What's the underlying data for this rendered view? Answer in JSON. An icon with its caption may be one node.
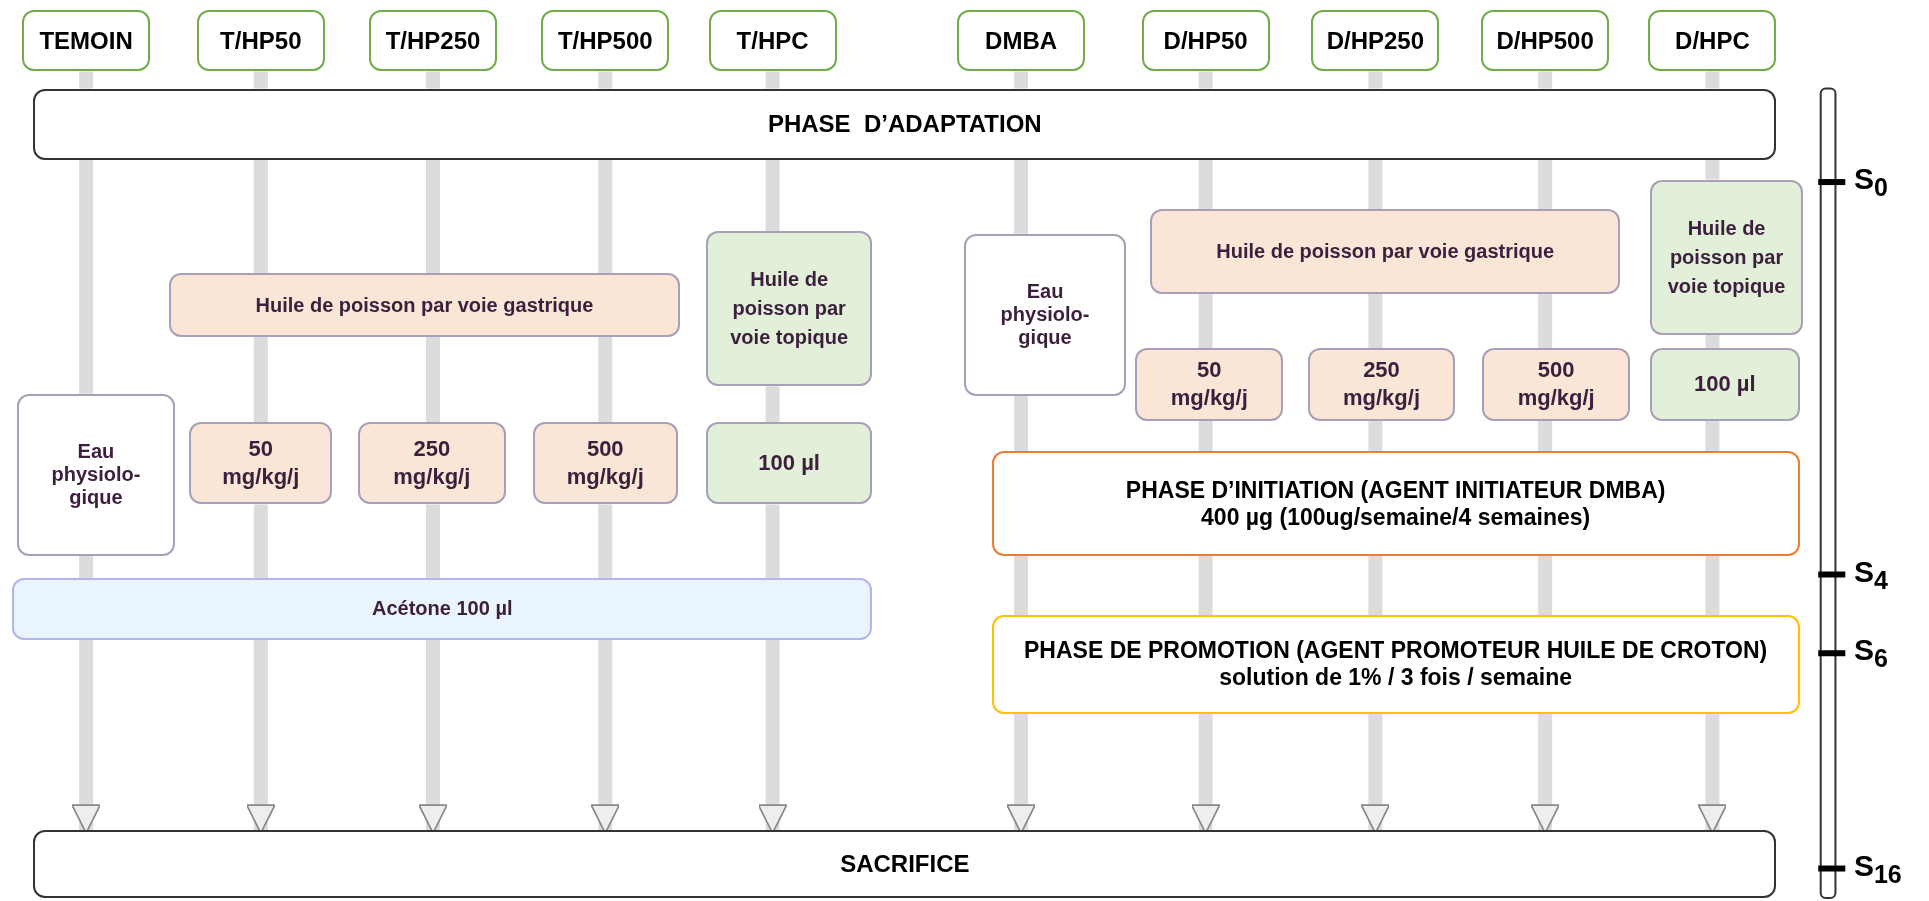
{
  "diagram": {
    "nodes": [
      {
        "text": [
          "TEMOIN"
        ]
      },
      {
        "text": [
          "T/HP50"
        ]
      },
      {
        "text": [
          "T/HP250"
        ]
      },
      {
        "text": [
          "T/HP500"
        ]
      },
      {
        "text": [
          "T/HPC"
        ]
      },
      {
        "text": [
          "DMBA"
        ]
      },
      {
        "text": [
          "D/HP50"
        ]
      },
      {
        "text": [
          "D/HP250"
        ]
      },
      {
        "text": [
          "D/HP500"
        ]
      },
      {
        "text": [
          "D/HPC"
        ]
      },
      {
        "text": [
          "PHASE  D’ADAPTATION"
        ]
      },
      {
        "text": [
          "Huile de poisson par voie gastrique"
        ]
      },
      {
        "text": [
          "Huile de poisson par voie topique"
        ]
      },
      {
        "text": [
          "Eau physiolo-gique"
        ]
      },
      {
        "text": [
          "50 mg/kg/j"
        ]
      },
      {
        "text": [
          "250 mg/kg/j"
        ]
      },
      {
        "text": [
          "500 mg/kg/j"
        ]
      },
      {
        "text": [
          "100 µl"
        ]
      },
      {
        "text": [
          "Acétone 100 µl"
        ]
      },
      {
        "text": [
          "Eau physiolo-gique"
        ]
      },
      {
        "text": [
          "Huile de poisson par voie gastrique"
        ]
      },
      {
        "text": [
          "Huile de poisson par voie topique"
        ]
      },
      {
        "text": [
          "50 mg/kg/j"
        ]
      },
      {
        "text": [
          "250 mg/kg/j"
        ]
      },
      {
        "text": [
          "500 mg/kg/j"
        ]
      },
      {
        "text": [
          "100 µl"
        ]
      },
      {
        "text": [
          "PHASE D’INITIATION (AGENT INITIATEUR DMBA)",
          "400 µg (100ug/semaine/4 semaines)"
        ]
      },
      {
        "text": [
          "PHASE DE PROMOTION (AGENT PROMOTEUR HUILE DE CROTON) solution de 1% / 3 fois / semaine"
        ]
      },
      {
        "text": [
          "SACRIFICE"
        ]
      }
    ],
    "edges": [
      {
        "from": 0,
        "to": 10,
        "arrow": "none"
      },
      {
        "from": 10,
        "to": 13,
        "arrow": "none"
      },
      {
        "from": 13,
        "to": 18,
        "arrow": "none"
      },
      {
        "from": 18,
        "to": 28,
        "arrow": "to"
      },
      {
        "from": 1,
        "to": 10,
        "arrow": "none"
      },
      {
        "from": 10,
        "to": 11,
        "arrow": "none"
      },
      {
        "from": 11,
        "to": 14,
        "arrow": "none"
      },
      {
        "from": 14,
        "to": 18,
        "arrow": "none"
      },
      {
        "from": 18,
        "to": 28,
        "arrow": "to"
      },
      {
        "from": 2,
        "to": 10,
        "arrow": "none"
      },
      {
        "from": 10,
        "to": 11,
        "arrow": "none"
      },
      {
        "from": 11,
        "to": 15,
        "arrow": "none"
      },
      {
        "from": 15,
        "to": 18,
        "arrow": "none"
      },
      {
        "from": 18,
        "to": 28,
        "arrow": "to"
      },
      {
        "from": 3,
        "to": 10,
        "arrow": "none"
      },
      {
        "from": 10,
        "to": 11,
        "arrow": "none"
      },
      {
        "from": 11,
        "to": 16,
        "arrow": "none"
      },
      {
        "from": 16,
        "to": 18,
        "arrow": "none"
      },
      {
        "from": 18,
        "to": 28,
        "arrow": "to"
      },
      {
        "from": 4,
        "to": 10,
        "arrow": "none"
      },
      {
        "from": 10,
        "to": 12,
        "arrow": "none"
      },
      {
        "from": 12,
        "to": 17,
        "arrow": "none"
      },
      {
        "from": 17,
        "to": 18,
        "arrow": "none"
      },
      {
        "from": 18,
        "to": 28,
        "arrow": "to"
      },
      {
        "from": 5,
        "to": 10,
        "arrow": "none"
      },
      {
        "from": 10,
        "to": 19,
        "arrow": "none"
      },
      {
        "from": 19,
        "to": 26,
        "arrow": "none"
      },
      {
        "from": 26,
        "to": 27,
        "arrow": "none"
      },
      {
        "from": 27,
        "to": 28,
        "arrow": "to"
      },
      {
        "from": 6,
        "to": 10,
        "arrow": "none"
      },
      {
        "from": 10,
        "to": 20,
        "arrow": "none"
      },
      {
        "from": 20,
        "to": 22,
        "arrow": "none"
      },
      {
        "from": 22,
        "to": 26,
        "arrow": "none"
      },
      {
        "from": 26,
        "to": 27,
        "arrow": "none"
      },
      {
        "from": 27,
        "to": 28,
        "arrow": "to"
      },
      {
        "from": 7,
        "to": 10,
        "arrow": "none"
      },
      {
        "from": 10,
        "to": 20,
        "arrow": "none"
      },
      {
        "from": 20,
        "to": 23,
        "arrow": "none"
      },
      {
        "from": 23,
        "to": 26,
        "arrow": "none"
      },
      {
        "from": 26,
        "to": 27,
        "arrow": "none"
      },
      {
        "from": 27,
        "to": 28,
        "arrow": "to"
      },
      {
        "from": 8,
        "to": 10,
        "arrow": "none"
      },
      {
        "from": 10,
        "to": 20,
        "arrow": "none"
      },
      {
        "from": 20,
        "to": 24,
        "arrow": "none"
      },
      {
        "from": 24,
        "to": 26,
        "arrow": "none"
      },
      {
        "from": 26,
        "to": 27,
        "arrow": "none"
      },
      {
        "from": 27,
        "to": 28,
        "arrow": "to"
      },
      {
        "from": 9,
        "to": 10,
        "arrow": "none"
      },
      {
        "from": 10,
        "to": 21,
        "arrow": "none"
      },
      {
        "from": 21,
        "to": 25,
        "arrow": "none"
      },
      {
        "from": 25,
        "to": 26,
        "arrow": "none"
      },
      {
        "from": 26,
        "to": 27,
        "arrow": "none"
      },
      {
        "from": 27,
        "to": 28,
        "arrow": "to"
      }
    ],
    "labels": [
      "S$_{0}$",
      "S$_{4}$",
      "S$_{6}$",
      "S$_{16}$"
    ]
  }
}
